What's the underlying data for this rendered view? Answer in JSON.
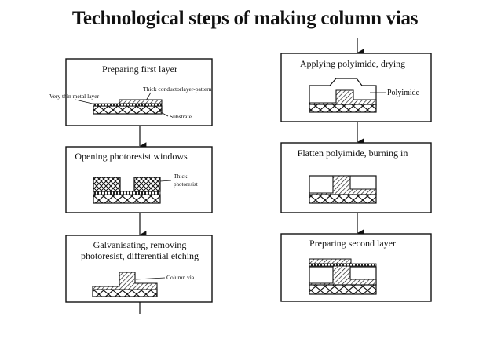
{
  "title": "Technological steps of making column vias",
  "steps": [
    {
      "id": 1,
      "column": "left",
      "title_lines": [
        "Preparing first layer"
      ],
      "callouts": [
        "Very thin metal layer",
        "Thick conductorlayer-pattern",
        "Substrate"
      ]
    },
    {
      "id": 2,
      "column": "left",
      "title_lines": [
        "Opening photoresist windows"
      ],
      "callouts": [
        "Thick",
        "photoresist"
      ]
    },
    {
      "id": 3,
      "column": "left",
      "title_lines": [
        "Galvanisating, removing",
        "photoresist, differential etching"
      ],
      "callouts": [
        "Column via"
      ]
    },
    {
      "id": 4,
      "column": "right",
      "title_lines": [
        "Applying polyimide, drying"
      ],
      "callouts": [
        "Polyimide"
      ]
    },
    {
      "id": 5,
      "column": "right",
      "title_lines": [
        "Flatten polyimide, burning in"
      ],
      "callouts": []
    },
    {
      "id": 6,
      "column": "right",
      "title_lines": [
        "Preparing second layer"
      ],
      "callouts": []
    }
  ],
  "flow": [
    "1->2",
    "2->3",
    "3->4",
    "4->5",
    "5->6"
  ],
  "colors": {
    "ink": "#111111",
    "background": "#ffffff"
  }
}
